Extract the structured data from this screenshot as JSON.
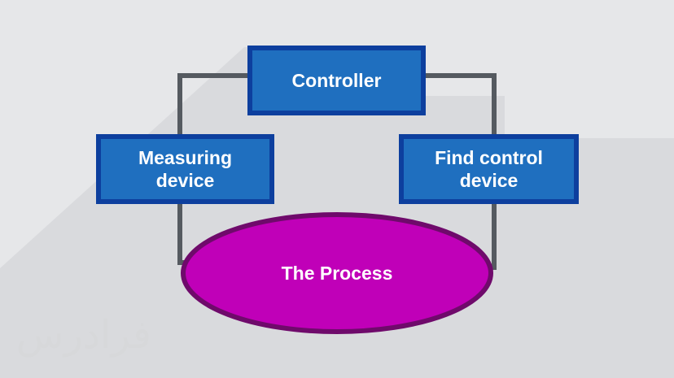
{
  "diagram": {
    "nodes": {
      "controller": "Controller",
      "measuring_line1": "Measuring",
      "measuring_line2": "device",
      "final_line1": "Find control",
      "final_line2": "device",
      "process": "The Process"
    }
  },
  "watermark": "فرادرس",
  "colors": {
    "background": "#e6e7e9",
    "box_fill": "#1f6fbf",
    "box_border": "#0d3f9e",
    "connector": "#555a60",
    "process_fill": "#c000b8",
    "process_border": "#6f0a6b"
  }
}
